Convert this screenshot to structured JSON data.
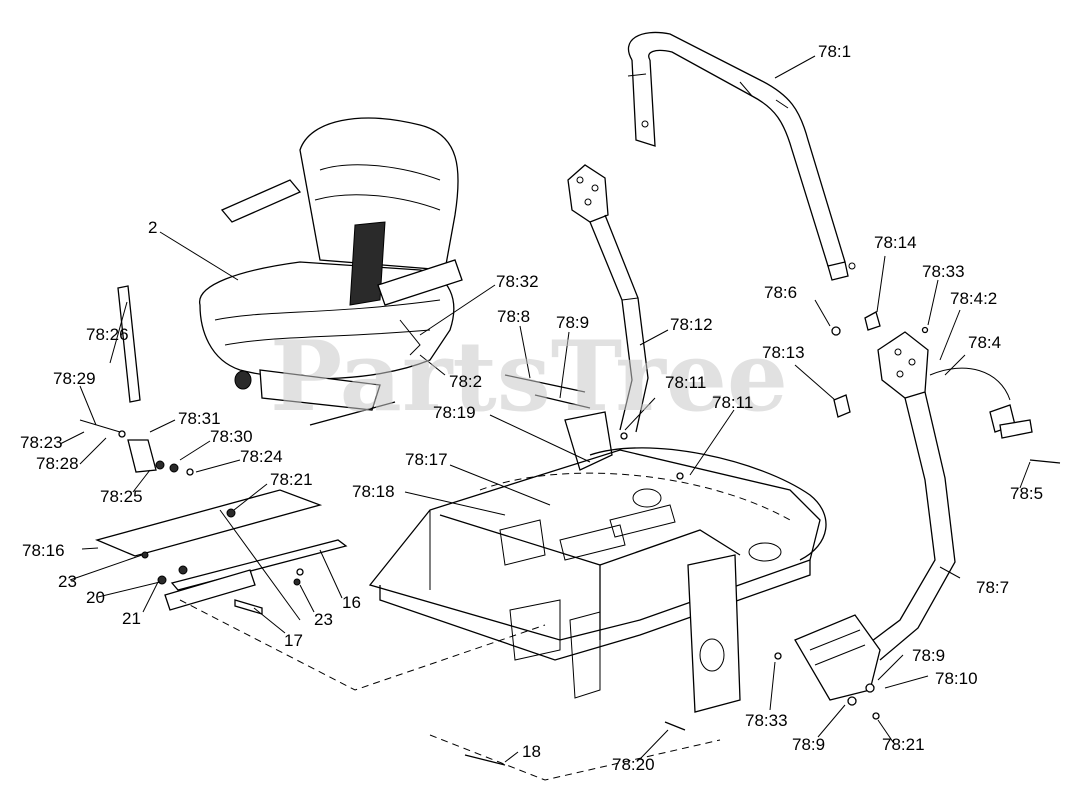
{
  "watermark": "PartsTree",
  "callouts": [
    {
      "id": "c-78-1",
      "text": "78:1"
    },
    {
      "id": "c-2",
      "text": "2"
    },
    {
      "id": "c-78-14",
      "text": "78:14"
    },
    {
      "id": "c-78-33a",
      "text": "78:33"
    },
    {
      "id": "c-78-6",
      "text": "78:6"
    },
    {
      "id": "c-78-4-2",
      "text": "78:4:2"
    },
    {
      "id": "c-78-32",
      "text": "78:32"
    },
    {
      "id": "c-78-8",
      "text": "78:8"
    },
    {
      "id": "c-78-9a",
      "text": "78:9"
    },
    {
      "id": "c-78-12",
      "text": "78:12"
    },
    {
      "id": "c-78-13",
      "text": "78:13"
    },
    {
      "id": "c-78-4",
      "text": "78:4"
    },
    {
      "id": "c-78-26",
      "text": "78:26"
    },
    {
      "id": "c-78-2",
      "text": "78:2"
    },
    {
      "id": "c-78-29",
      "text": "78:29"
    },
    {
      "id": "c-78-11a",
      "text": "78:11"
    },
    {
      "id": "c-78-19",
      "text": "78:19"
    },
    {
      "id": "c-78-11b",
      "text": "78:11"
    },
    {
      "id": "c-78-31",
      "text": "78:31"
    },
    {
      "id": "c-78-23",
      "text": "78:23"
    },
    {
      "id": "c-78-30",
      "text": "78:30"
    },
    {
      "id": "c-78-28",
      "text": "78:28"
    },
    {
      "id": "c-78-24",
      "text": "78:24"
    },
    {
      "id": "c-78-17",
      "text": "78:17"
    },
    {
      "id": "c-78-21a",
      "text": "78:21"
    },
    {
      "id": "c-78-25",
      "text": "78:25"
    },
    {
      "id": "c-78-18",
      "text": "78:18"
    },
    {
      "id": "c-78-5",
      "text": "78:5"
    },
    {
      "id": "c-78-16",
      "text": "78:16"
    },
    {
      "id": "c-23a",
      "text": "23"
    },
    {
      "id": "c-20",
      "text": "20"
    },
    {
      "id": "c-16",
      "text": "16"
    },
    {
      "id": "c-21",
      "text": "21"
    },
    {
      "id": "c-23b",
      "text": "23"
    },
    {
      "id": "c-17",
      "text": "17"
    },
    {
      "id": "c-78-7",
      "text": "78:7"
    },
    {
      "id": "c-78-9b",
      "text": "78:9"
    },
    {
      "id": "c-78-10",
      "text": "78:10"
    },
    {
      "id": "c-78-33b",
      "text": "78:33"
    },
    {
      "id": "c-78-9c",
      "text": "78:9"
    },
    {
      "id": "c-78-21b",
      "text": "78:21"
    },
    {
      "id": "c-18",
      "text": "18"
    },
    {
      "id": "c-78-20",
      "text": "78:20"
    }
  ]
}
